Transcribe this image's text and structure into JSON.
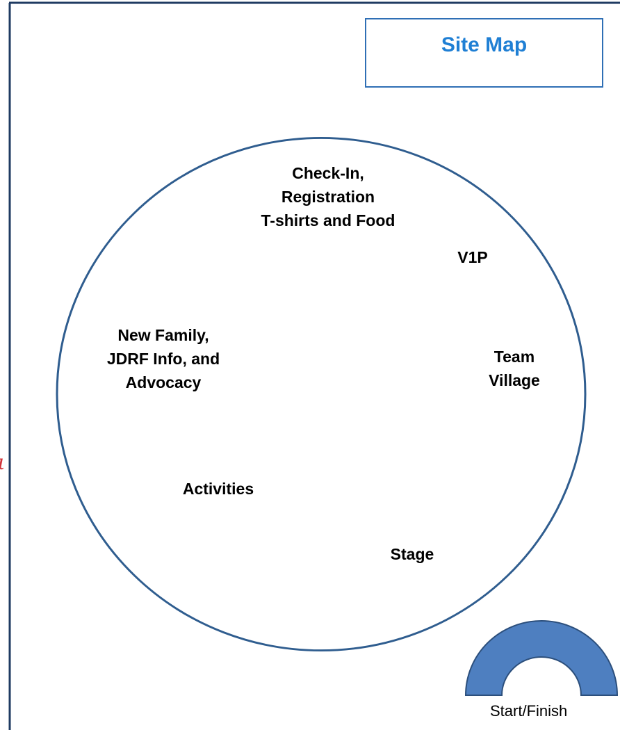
{
  "title": "Site Map",
  "areas": {
    "checkin": [
      "Check-In,",
      "Registration",
      "T-shirts and Food"
    ],
    "v1p": "V1P",
    "new_family": [
      "New Family,",
      "JDRF Info, and",
      "Advocacy"
    ],
    "team_village": [
      "Team",
      "Village"
    ],
    "activities": "Activities",
    "stage": "Stage"
  },
  "start_finish": "Start/Finish",
  "colors": {
    "border": "#1f3b62",
    "circle": "#2f5d8f",
    "title_text": "#1f7fd4",
    "title_border": "#2f6fb5",
    "arch_fill": "#4e7fc0",
    "arch_stroke": "#2c4f7c",
    "edge_mark": "#d2343a"
  }
}
